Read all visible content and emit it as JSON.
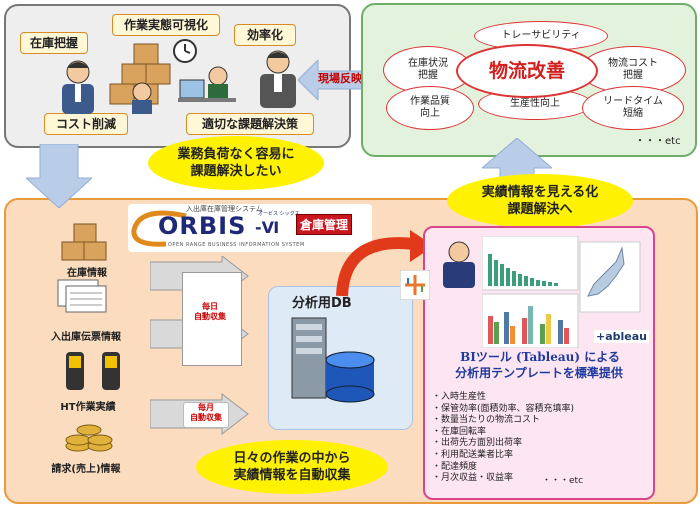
{
  "top_left": {
    "tags": {
      "inventory": "在庫把握",
      "visualize": "作業実態可視化",
      "efficiency": "効率化",
      "cost": "コスト削減",
      "problem": "適切な課題解決策"
    }
  },
  "feedback_label": "現場反映",
  "top_right": {
    "center": "物流改善",
    "items": {
      "trace": "トレーサビリティ",
      "stock": "在庫状況\n把握",
      "logicost": "物流コスト\n把握",
      "quality": "作業品質\n向上",
      "productivity": "生産性向上",
      "leadtime": "リードタイム\n短縮"
    },
    "etc": "・・・etc"
  },
  "bubble_easy": "業務負荷なく容易に\n課題解決したい",
  "bubble_visualize": "実績情報を見える化\n課題解決へ",
  "bubble_daily": "日々の作業の中から\n実績情報を自動収集",
  "logo": {
    "tagline": "入出庫在庫管理システム",
    "name": "ORBIS",
    "version": "-Ⅵ",
    "reading": "オービス シックス",
    "badge": "倉庫管理",
    "subtitle": "OPEN RANGE BUSINESS INFORMATION SYSTEM"
  },
  "sources": {
    "stock_info": "在庫情報",
    "slip_info": "入出庫伝票情報",
    "ht_results": "HT作業実績",
    "billing": "請求(売上)情報"
  },
  "collect": {
    "daily": "毎日\n自動収集",
    "monthly": "毎月\n自動収集"
  },
  "db_title": "分析用DB",
  "bi": {
    "title": "BIツール (Tableau) による",
    "subtitle": "分析用テンプレートを標準提供",
    "brand": "+ableau",
    "metrics": [
      "・入時生産性",
      "・保管効率(面積効率、容積充填率)",
      "・数量当たりの物流コスト",
      "・在庫回転率",
      "・出荷先方面別出荷率",
      "・利用配送業者比率",
      "・配達頻度",
      "・月次収益・収益率"
    ],
    "etc": "・・・etc"
  },
  "colors": {
    "top_left_bg": "#eeeeee",
    "top_right_bg": "#e2f2dc",
    "bottom_bg": "#fbdcbf",
    "bi_bg": "#fde6f2",
    "highlight": "#fff200",
    "arrow": "#b9cde8"
  }
}
